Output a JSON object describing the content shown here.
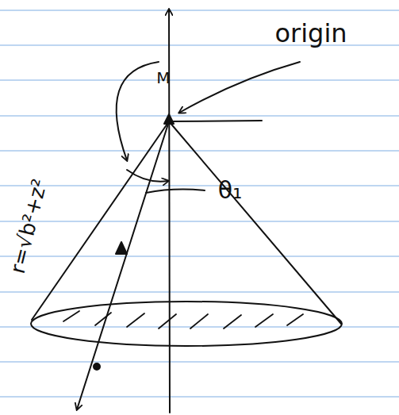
{
  "diagram": {
    "labels": [
      "origin",
      "M",
      "r=√b²+z²",
      "θ₁"
    ]
  }
}
